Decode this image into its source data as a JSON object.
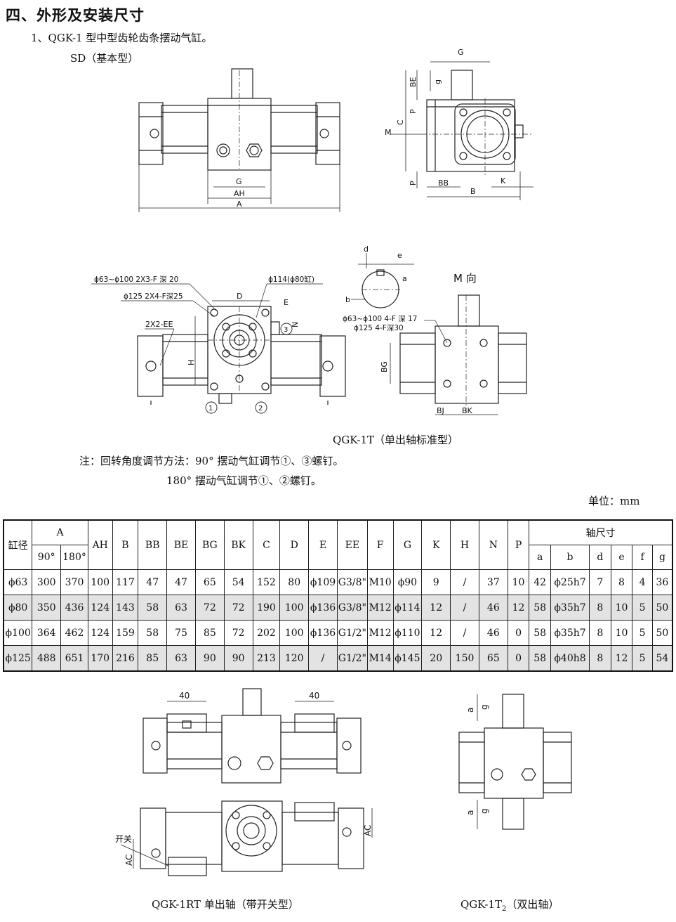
{
  "heading": "四、外形及安装尺寸",
  "subheading": "1、QGK-1 型中型齿轮齿条摆动气缸。",
  "sd_label": "SD（基本型）",
  "fig_top": {
    "dims": {
      "G": "G",
      "AH": "AH",
      "A": "A",
      "BE": "BE",
      "g": "g",
      "P": "P",
      "C": "C",
      "M": "M",
      "BB": "BB",
      "B": "B",
      "K": "K"
    }
  },
  "fig_mid": {
    "callout_holes_1": "ϕ63~ϕ100 2X3-F 深 20",
    "callout_holes_2": "ϕ125 2X4-F深25",
    "callout_114": "ϕ114(ϕ80缸)",
    "label_D": "D",
    "label_E": "E",
    "label_N": "N",
    "label_H": "H",
    "label_2xee": "2X2-EE",
    "circ1": "1",
    "circ2": "2",
    "circ3": "3",
    "shaft_d": "d",
    "shaft_e": "e",
    "shaft_b": "b",
    "shaft_a": "a",
    "callout_shaft_1": "ϕ63~ϕ100 4-F 深 17",
    "callout_shaft_2": "ϕ125 4-F深30",
    "m_view": "M 向",
    "label_BG": "BG",
    "label_BJ": "BJ",
    "label_BK": "BK"
  },
  "caption_1t": "QGK-1T（单出轴标准型）",
  "note_line1": "注：回转角度调节方法：90° 摆动气缸调节①、③螺钉。",
  "note_line2": "180° 摆动气缸调节①、②螺钉。",
  "unit": "单位：mm",
  "table": {
    "header_top": [
      "缸径",
      "A",
      "AH",
      "B",
      "BB",
      "BE",
      "BG",
      "BK",
      "C",
      "D",
      "E",
      "EE",
      "F",
      "G",
      "K",
      "H",
      "N",
      "P",
      "轴尺寸"
    ],
    "header_a_sub": [
      "90°",
      "180°"
    ],
    "header_shaft_sub": [
      "a",
      "b",
      "d",
      "e",
      "f",
      "g"
    ],
    "rows": [
      [
        "ϕ63",
        "300",
        "370",
        "100",
        "117",
        "47",
        "47",
        "65",
        "54",
        "152",
        "80",
        "ϕ109",
        "G3/8\"",
        "M10",
        "ϕ90",
        "9",
        "/",
        "37",
        "10",
        "42",
        "ϕ25h7",
        "7",
        "8",
        "4",
        "36"
      ],
      [
        "ϕ80",
        "350",
        "436",
        "124",
        "143",
        "58",
        "63",
        "72",
        "72",
        "190",
        "100",
        "ϕ136",
        "G3/8\"",
        "M12",
        "ϕ114",
        "12",
        "/",
        "46",
        "12",
        "58",
        "ϕ35h7",
        "8",
        "10",
        "5",
        "50"
      ],
      [
        "ϕ100",
        "364",
        "462",
        "124",
        "159",
        "58",
        "75",
        "85",
        "72",
        "202",
        "100",
        "ϕ136",
        "G1/2\"",
        "M12",
        "ϕ110",
        "12",
        "/",
        "46",
        "0",
        "58",
        "ϕ35h7",
        "8",
        "10",
        "5",
        "50"
      ],
      [
        "ϕ125",
        "488",
        "651",
        "170",
        "216",
        "85",
        "63",
        "90",
        "90",
        "213",
        "120",
        "/",
        "G1/2\"",
        "M14",
        "ϕ145",
        "20",
        "150",
        "65",
        "0",
        "58",
        "ϕ40h8",
        "8",
        "12",
        "5",
        "54"
      ]
    ]
  },
  "fig_bottom": {
    "dim_40_left": "40",
    "dim_40_right": "40",
    "label_switch": "开关",
    "label_ac_left": "AC",
    "label_ac_right": "AC",
    "label_a": "a",
    "label_g": "g"
  },
  "caption_1rt": "QGK-1RT 单出轴（带开关型）",
  "caption_1t2_main": "QGK-1T",
  "caption_1t2_sub": "2",
  "caption_1t2_rest": "（双出轴）"
}
